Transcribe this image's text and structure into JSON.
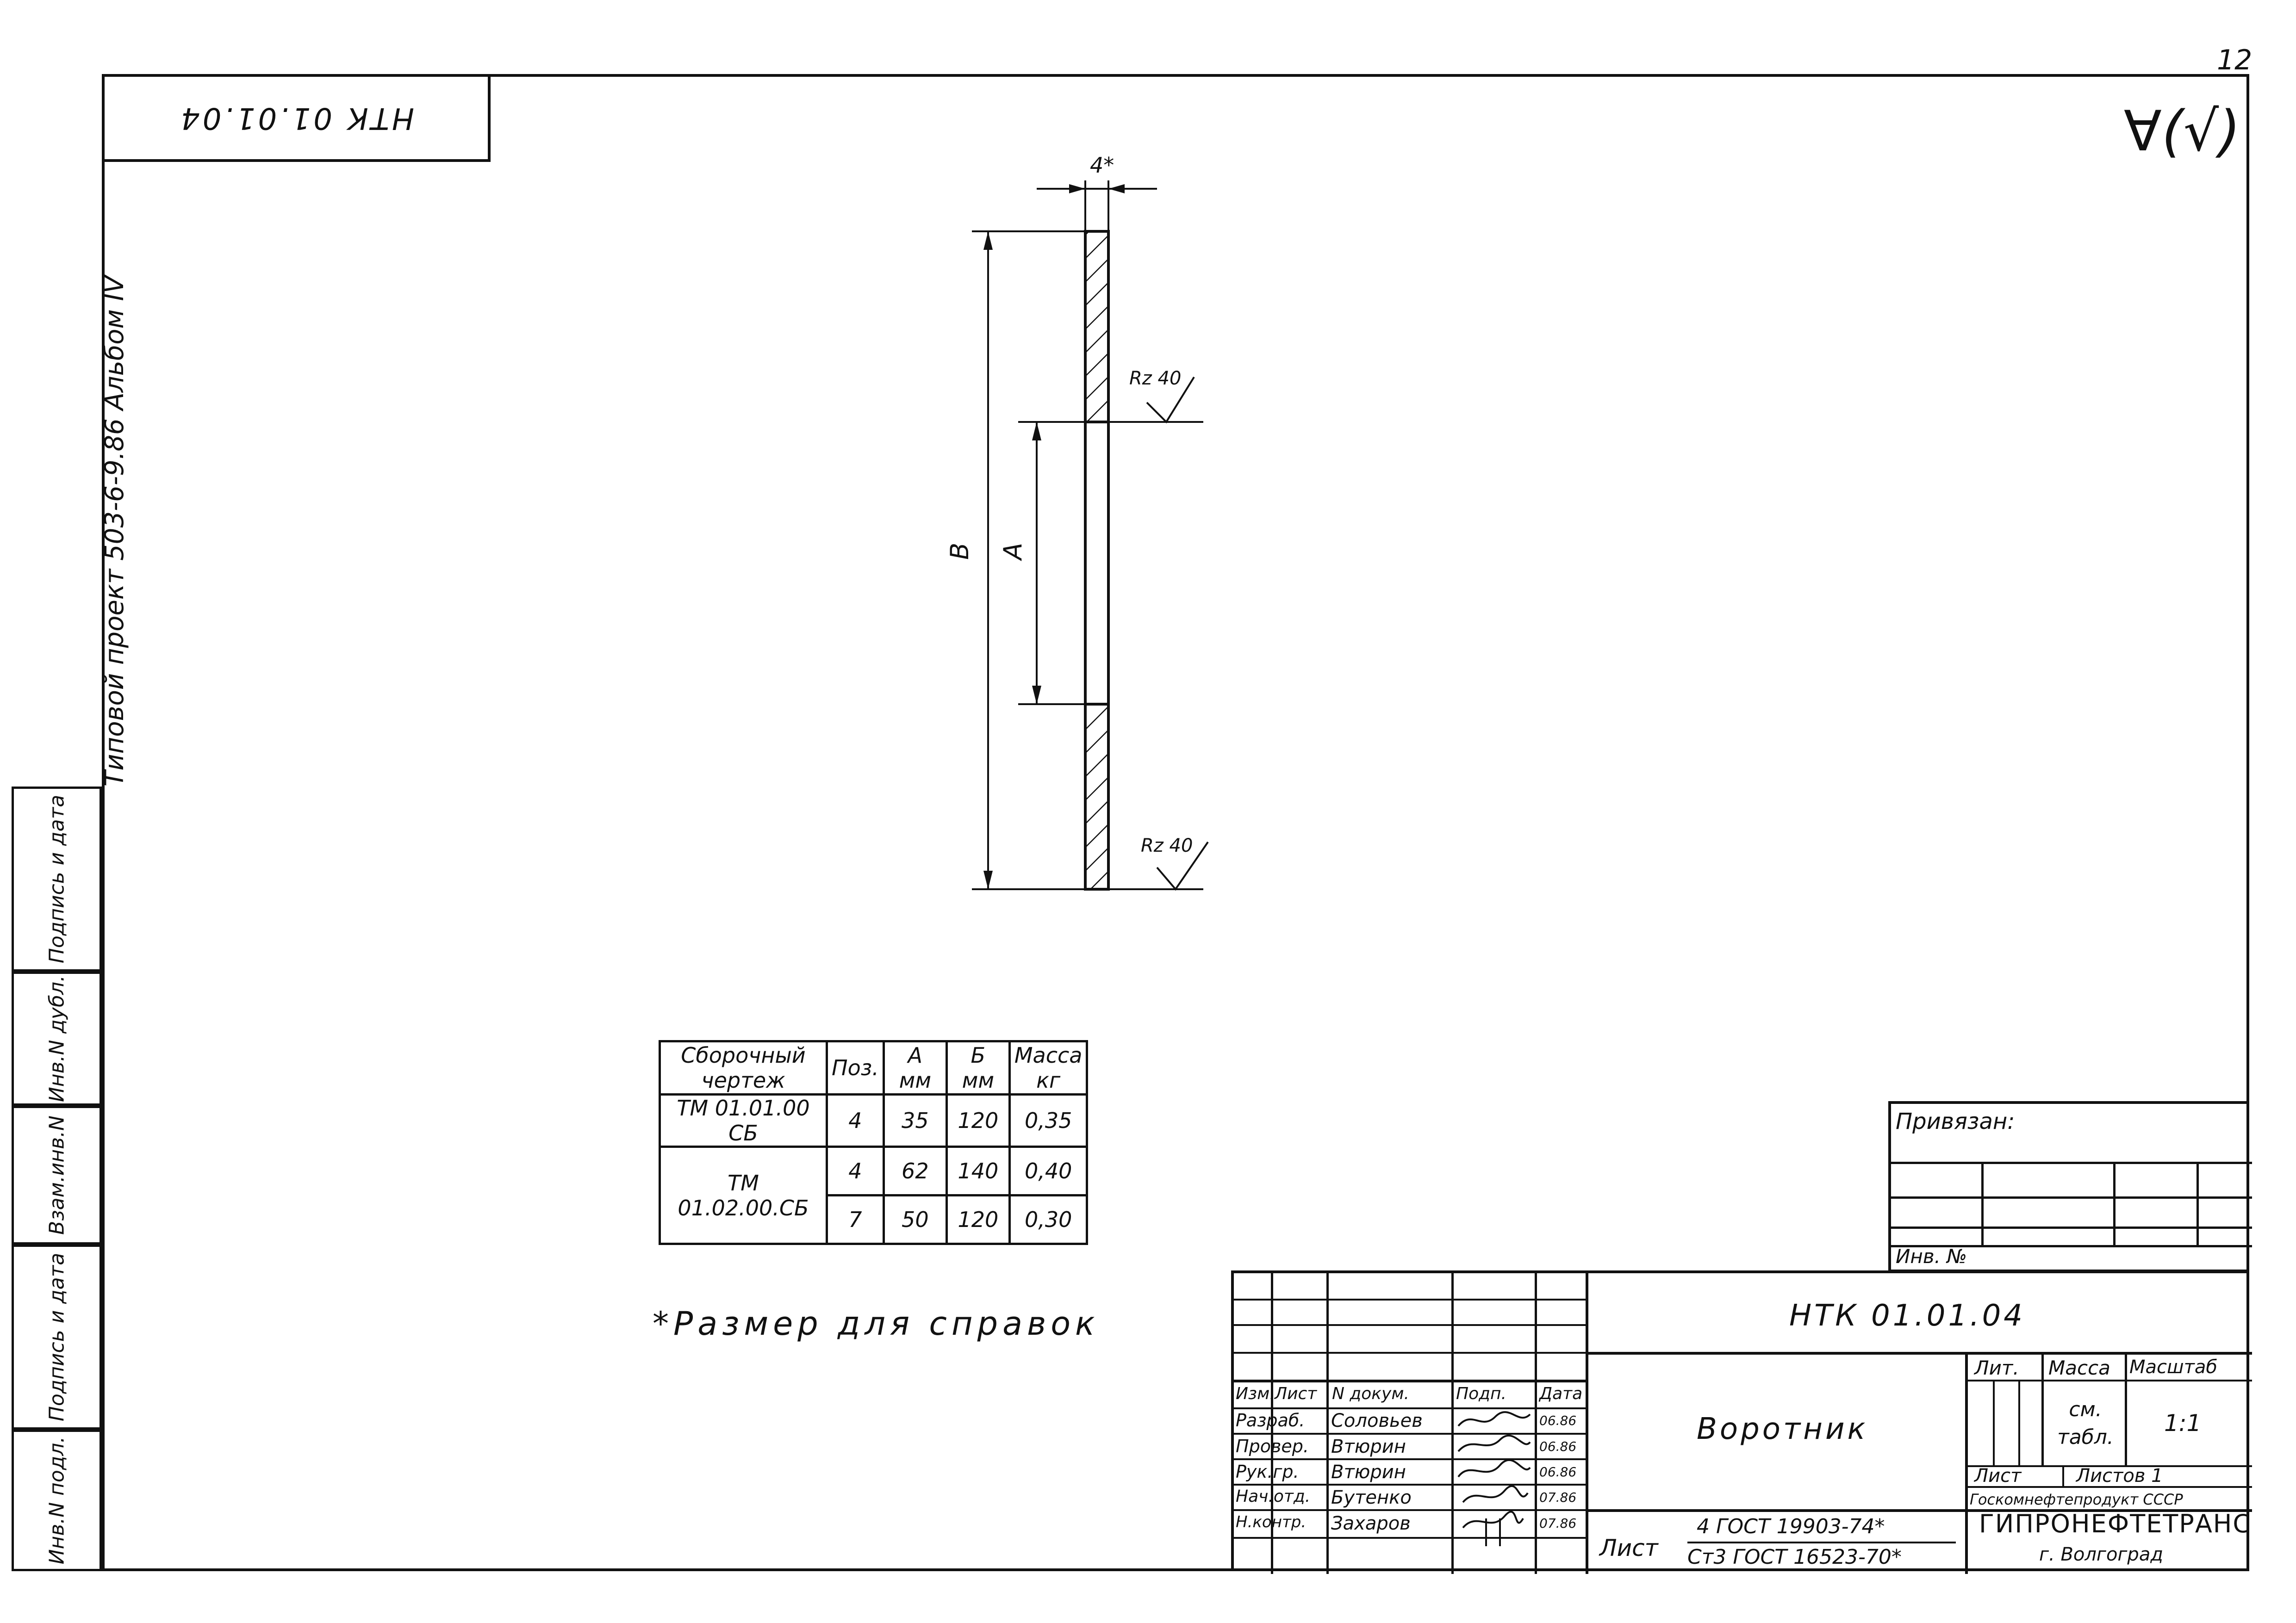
{
  "sheet_number": "12",
  "document_code": "НТК 01.01.04",
  "roughness_symbol": "∀(√)",
  "album_label": "Типовой проект 503-6-9.86 Альбом IV",
  "side_labels": [
    "Инв.N подл.",
    "Подпись и дата",
    "Взам.инв.N",
    "Инв.N дубл.",
    "Подпись и дата"
  ],
  "drawing": {
    "dim_thickness": "4*",
    "dim_outer": "В",
    "dim_inner": "А",
    "roughness_top": "Rz 40",
    "roughness_bottom": "Rz 40"
  },
  "spec_table": {
    "headers": [
      "Сборочный чертеж",
      "Поз.",
      "А мм",
      "Б мм",
      "Масса кг"
    ],
    "rows": [
      {
        "drawing": "ТМ 01.01.00 СБ",
        "pos": "4",
        "a": "35",
        "b": "120",
        "mass": "0,35"
      },
      {
        "drawing": "ТМ 01.02.00.СБ",
        "pos": "4",
        "a": "62",
        "b": "140",
        "mass": "0,40"
      },
      {
        "drawing": "",
        "pos": "7",
        "a": "50",
        "b": "120",
        "mass": "0,30"
      }
    ]
  },
  "note": "*Размер для справок",
  "binding": {
    "title": "Привязан:",
    "inv": "Инв. №"
  },
  "title_block": {
    "code": "НТК 01.01.04",
    "name": "Воротник",
    "headers": {
      "izm": "Изм.",
      "list": "Лист",
      "doc": "N докум.",
      "sign": "Подп.",
      "date": "Дата"
    },
    "people": [
      {
        "role": "Разраб.",
        "name": "Соловьев",
        "date": "06.86"
      },
      {
        "role": "Провер.",
        "name": "Втюрин",
        "date": "06.86"
      },
      {
        "role": "Рук.гр.",
        "name": "Втюрин",
        "date": "06.86"
      },
      {
        "role": "Нач.отд.",
        "name": "Бутенко",
        "date": "07.86"
      },
      {
        "role": "Н.контр.",
        "name": "Захаров",
        "date": "07.86"
      }
    ],
    "lit_label": "Лит.",
    "mass_label": "Масса",
    "scale_label": "Масштаб",
    "mass_value": "см. табл.",
    "scale_value": "1:1",
    "sheet_label": "Лист",
    "sheets_label": "Листов 1",
    "material_prefix": "Лист",
    "material_top": "4 ГОСТ 19903-74*",
    "material_bottom": "Ст3 ГОСТ 16523-70*",
    "org_line1": "Госкомнефтепродукт СССР",
    "org_line2": "ГИПРОНЕФТЕТРАНС",
    "org_line3": "г. Волгоград"
  }
}
